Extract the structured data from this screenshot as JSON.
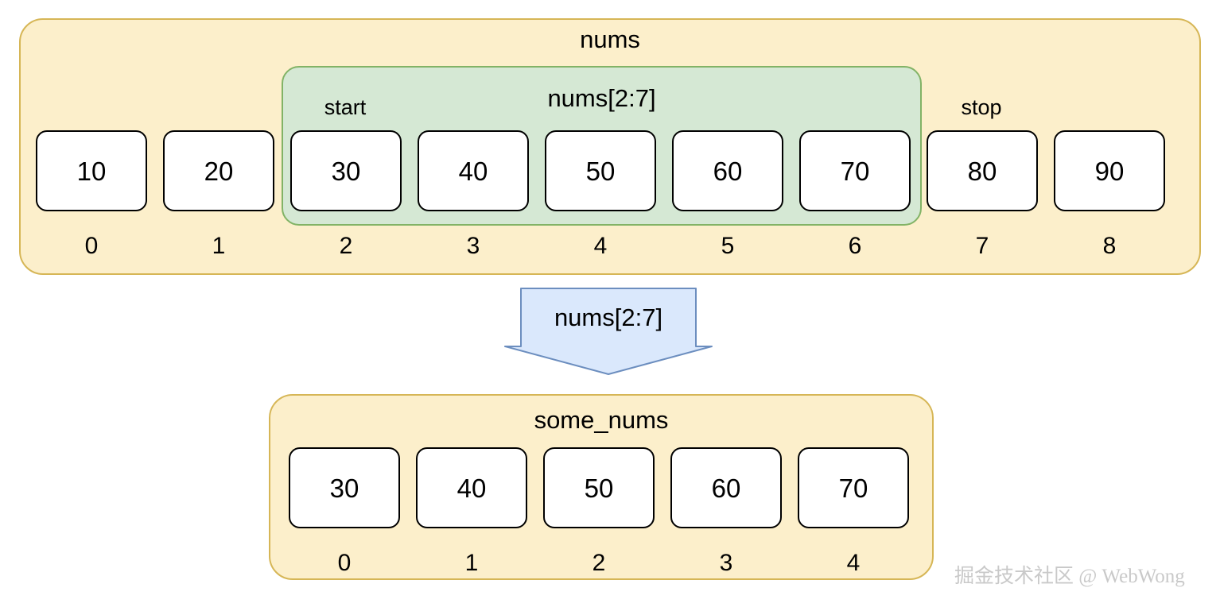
{
  "diagram": {
    "title_top": "nums",
    "title_bottom": "some_nums",
    "slice_expression": "nums[2:7]",
    "arrow_label": "nums[2:7]",
    "markers": {
      "start_label": "start",
      "stop_label": "stop"
    },
    "colors": {
      "container_fill": "#fcefcb",
      "container_border": "#d6b656",
      "slice_fill": "#d5e8d4",
      "slice_border": "#82b366",
      "cell_fill": "#ffffff",
      "cell_border": "#000000",
      "arrow_fill": "#dae8fc",
      "arrow_border": "#6c8ebf",
      "text": "#000000",
      "watermark": "#c9c9c9"
    }
  },
  "nums": {
    "name": "nums",
    "cells": [
      {
        "value": "10",
        "index": "0",
        "in_slice": false
      },
      {
        "value": "20",
        "index": "1",
        "in_slice": false
      },
      {
        "value": "30",
        "index": "2",
        "in_slice": true
      },
      {
        "value": "40",
        "index": "3",
        "in_slice": true
      },
      {
        "value": "50",
        "index": "4",
        "in_slice": true
      },
      {
        "value": "60",
        "index": "5",
        "in_slice": true
      },
      {
        "value": "70",
        "index": "6",
        "in_slice": true
      },
      {
        "value": "80",
        "index": "7",
        "in_slice": false
      },
      {
        "value": "90",
        "index": "8",
        "in_slice": false
      }
    ]
  },
  "some_nums": {
    "name": "some_nums",
    "cells": [
      {
        "value": "30",
        "index": "0"
      },
      {
        "value": "40",
        "index": "1"
      },
      {
        "value": "50",
        "index": "2"
      },
      {
        "value": "60",
        "index": "3"
      },
      {
        "value": "70",
        "index": "4"
      }
    ]
  },
  "watermark": {
    "text": "掘金技术社区 @ WebWong"
  }
}
